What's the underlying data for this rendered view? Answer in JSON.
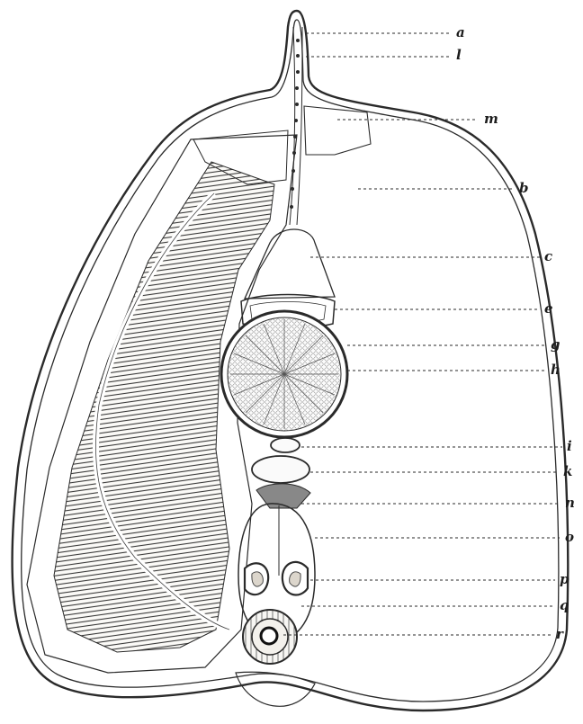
{
  "figure": {
    "labels": [
      {
        "id": "a",
        "text": "a"
      },
      {
        "id": "l",
        "text": "l"
      },
      {
        "id": "m",
        "text": "m"
      },
      {
        "id": "b",
        "text": "b"
      },
      {
        "id": "c",
        "text": "c"
      },
      {
        "id": "e",
        "text": "e"
      },
      {
        "id": "g",
        "text": "g"
      },
      {
        "id": "h",
        "text": "h"
      },
      {
        "id": "i",
        "text": "i"
      },
      {
        "id": "k",
        "text": "k"
      },
      {
        "id": "n",
        "text": "n"
      },
      {
        "id": "o",
        "text": "o"
      },
      {
        "id": "p",
        "text": "p"
      },
      {
        "id": "q",
        "text": "q"
      },
      {
        "id": "r",
        "text": "r"
      }
    ],
    "colors": {
      "ink": "#2a2a2a",
      "paper": "#ffffff",
      "tissue": "#f4f1ec"
    }
  }
}
